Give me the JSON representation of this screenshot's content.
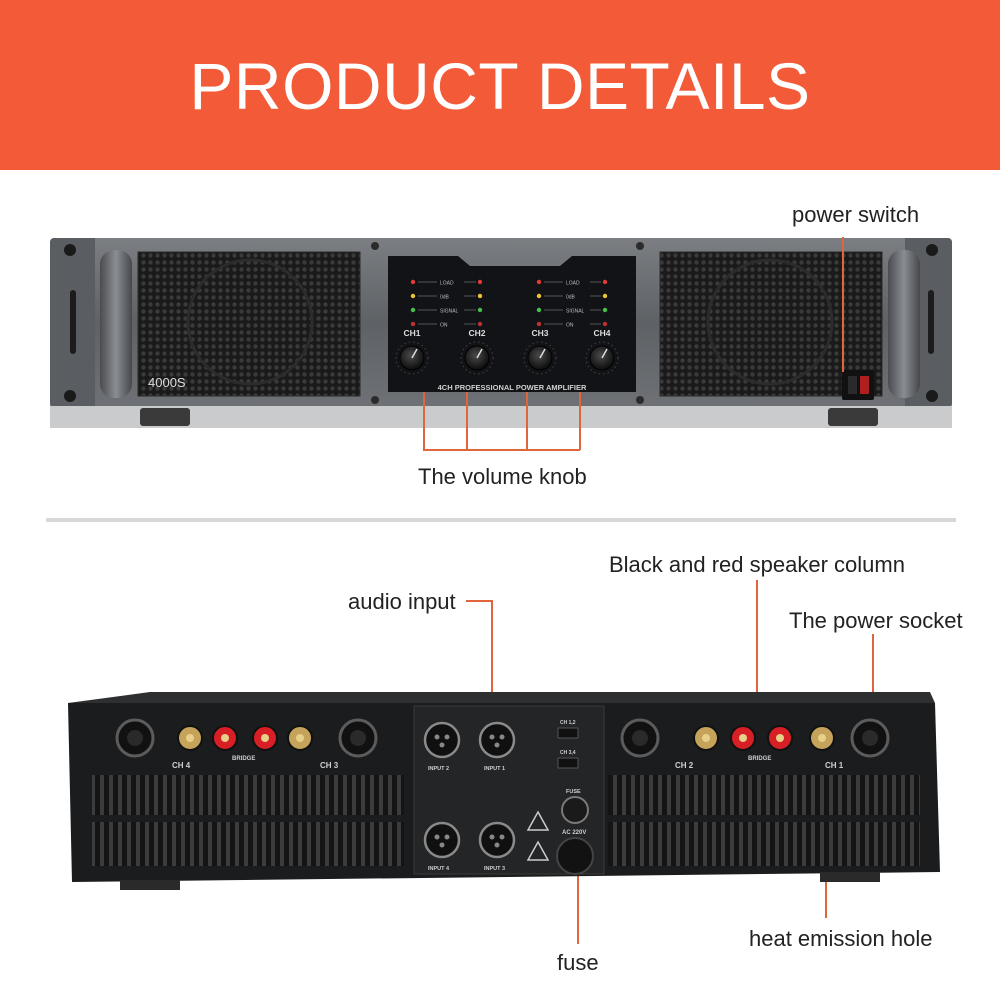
{
  "banner": {
    "title": "PRODUCT DETAILS",
    "background": "#f35a38"
  },
  "front_panel": {
    "model_label": "4000S",
    "display_caption": "4CH PROFESSIONAL POWER AMPLIFIER",
    "indicator_labels": [
      "LOAD",
      "0dB",
      "SIGNAL",
      "ON"
    ],
    "indicator_colors": [
      "#e53935",
      "#f2c230",
      "#45c24a",
      "#c13030"
    ],
    "channels": [
      "CH1",
      "CH2",
      "CH3",
      "CH4"
    ]
  },
  "back_panel": {
    "outputs": [
      "CH 4",
      "CH 3",
      "CH 2",
      "CH 1"
    ],
    "bridge_label": "BRIDGE",
    "inputs": [
      "INPUT 2",
      "INPUT 1",
      "INPUT 4",
      "INPUT 3"
    ],
    "mode_labels": [
      "CH 1,2",
      "CH 3,4"
    ],
    "voltage_label": "AC 220V",
    "fuse_label": "FUSE"
  },
  "callouts": {
    "power_switch": "power switch",
    "volume_knob": "The volume knob",
    "audio_input": "audio input",
    "speaker_column": "Black and red speaker column",
    "power_socket": "The power socket",
    "heat_emission": "heat emission hole",
    "fuse": "fuse"
  },
  "colors": {
    "callout_line": "#e0643c",
    "binding_post_red": "#d81f26",
    "chassis_gray": "#6d7073"
  }
}
